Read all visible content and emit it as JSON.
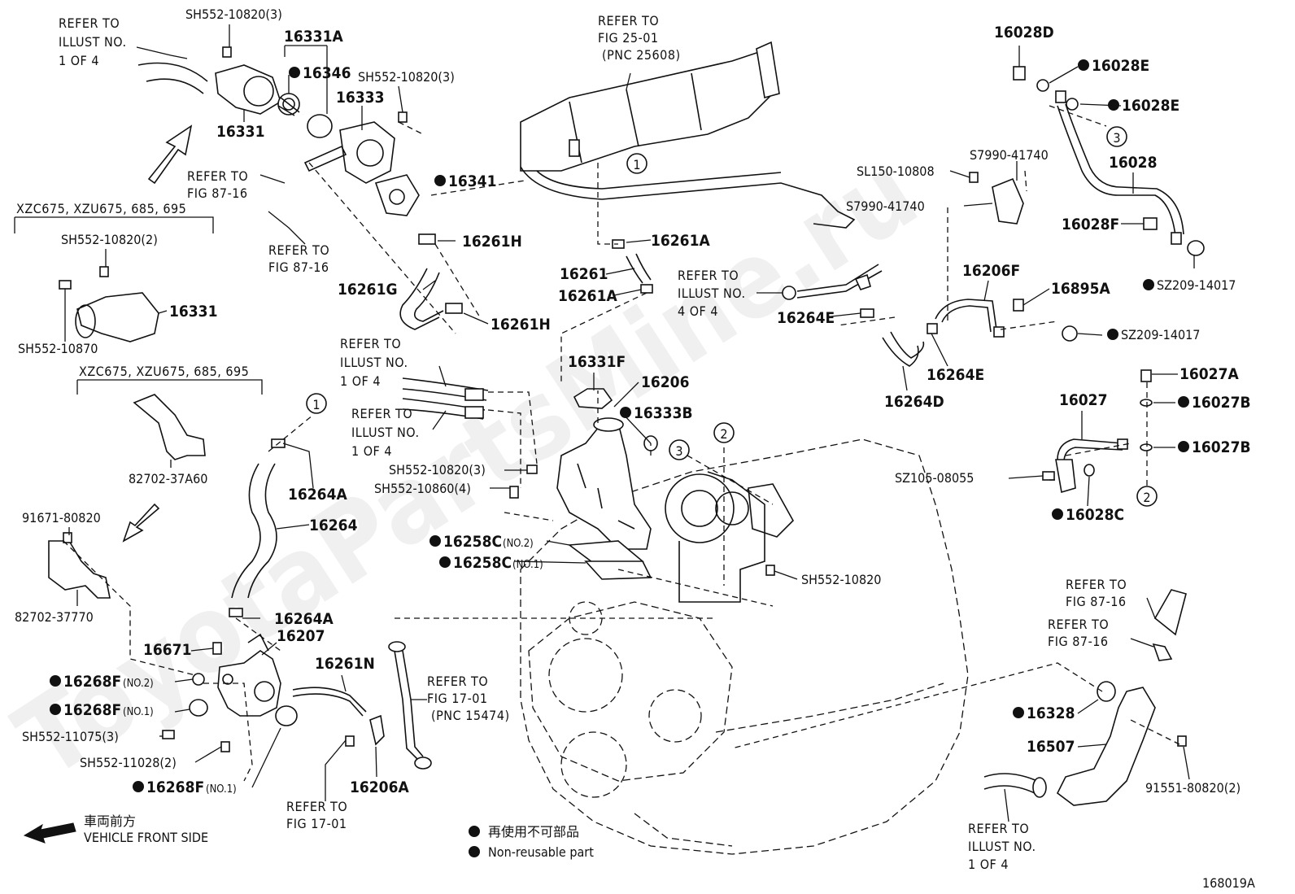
{
  "diagram_id": "168019A",
  "watermark": "ToyotaPartsMine.ru",
  "legend": {
    "jp": "再使用不可部品",
    "en": "Non-reusable part"
  },
  "vehicle_front": {
    "jp": "車両前方",
    "en": "VEHICLE FRONT SIDE"
  },
  "variant_labels": [
    "XZC675, XZU675, 685, 695",
    "XZC675, XZU675, 685, 695"
  ],
  "reference_notes": [
    {
      "lines": [
        "REFER TO",
        "ILLUST NO.",
        "1 OF 4"
      ]
    },
    {
      "lines": [
        "REFER TO",
        "FIG 87-16"
      ]
    },
    {
      "lines": [
        "REFER TO",
        "FIG 87-16"
      ]
    },
    {
      "lines": [
        "REFER TO",
        "FIG 25-01",
        "(PNC 25608)"
      ]
    },
    {
      "lines": [
        "REFER TO",
        "ILLUST NO.",
        "4 OF 4"
      ]
    },
    {
      "lines": [
        "REFER TO",
        "ILLUST NO.",
        "1 OF 4"
      ]
    },
    {
      "lines": [
        "REFER TO",
        "ILLUST NO.",
        "1 OF 4"
      ]
    },
    {
      "lines": [
        "REFER TO",
        "FIG 17-01",
        "(PNC 15474)"
      ]
    },
    {
      "lines": [
        "REFER TO",
        "FIG 17-01"
      ]
    },
    {
      "lines": [
        "REFER TO",
        "FIG 87-16"
      ]
    },
    {
      "lines": [
        "REFER TO",
        "FIG 87-16"
      ]
    },
    {
      "lines": [
        "REFER TO",
        "ILLUST NO.",
        "1 OF 4"
      ]
    }
  ],
  "parts": [
    {
      "number": "SH552-10820(3)",
      "non_reusable": false
    },
    {
      "number": "16331A",
      "non_reusable": false
    },
    {
      "number": "16346",
      "non_reusable": true
    },
    {
      "number": "SH552-10820(3)",
      "non_reusable": false
    },
    {
      "number": "16333",
      "non_reusable": false
    },
    {
      "number": "16331",
      "non_reusable": false
    },
    {
      "number": "16341",
      "non_reusable": true
    },
    {
      "number": "16261H",
      "non_reusable": false
    },
    {
      "number": "16261G",
      "non_reusable": false
    },
    {
      "number": "16261H",
      "non_reusable": false
    },
    {
      "number": "SH552-10820(2)",
      "non_reusable": false
    },
    {
      "number": "16331",
      "non_reusable": false
    },
    {
      "number": "SH552-10870",
      "non_reusable": false
    },
    {
      "number": "82702-37A60",
      "non_reusable": false
    },
    {
      "number": "91671-80820",
      "non_reusable": false
    },
    {
      "number": "82702-37770",
      "non_reusable": false
    },
    {
      "number": "16261A",
      "non_reusable": false
    },
    {
      "number": "16261",
      "non_reusable": false
    },
    {
      "number": "16261A",
      "non_reusable": false
    },
    {
      "number": "16331F",
      "non_reusable": false
    },
    {
      "number": "16206",
      "non_reusable": false
    },
    {
      "number": "16333B",
      "non_reusable": true
    },
    {
      "number": "SH552-10820(3)",
      "non_reusable": false
    },
    {
      "number": "SH552-10860(4)",
      "non_reusable": false
    },
    {
      "number": "16258C",
      "suffix": "(NO.2)",
      "non_reusable": true
    },
    {
      "number": "16258C",
      "suffix": "(NO.1)",
      "non_reusable": true
    },
    {
      "number": "SH552-10820",
      "non_reusable": false
    },
    {
      "number": "16264A",
      "non_reusable": false
    },
    {
      "number": "16264",
      "non_reusable": false
    },
    {
      "number": "16264A",
      "non_reusable": false
    },
    {
      "number": "16207",
      "non_reusable": false
    },
    {
      "number": "16671",
      "non_reusable": false
    },
    {
      "number": "16268F",
      "suffix": "(NO.2)",
      "non_reusable": true
    },
    {
      "number": "16268F",
      "suffix": "(NO.1)",
      "non_reusable": true
    },
    {
      "number": "SH552-11075(3)",
      "non_reusable": false
    },
    {
      "number": "SH552-11028(2)",
      "non_reusable": false
    },
    {
      "number": "16268F",
      "suffix": "(NO.1)",
      "non_reusable": true
    },
    {
      "number": "16261N",
      "non_reusable": false
    },
    {
      "number": "16206A",
      "non_reusable": false
    },
    {
      "number": "16028D",
      "non_reusable": false
    },
    {
      "number": "16028E",
      "non_reusable": true
    },
    {
      "number": "16028E",
      "non_reusable": true
    },
    {
      "number": "16028",
      "non_reusable": false
    },
    {
      "number": "16028F",
      "non_reusable": false
    },
    {
      "number": "SZ209-14017",
      "non_reusable": true
    },
    {
      "number": "SL150-10808",
      "non_reusable": false
    },
    {
      "number": "S7990-41740",
      "non_reusable": false
    },
    {
      "number": "S7990-41740",
      "non_reusable": false
    },
    {
      "number": "16206F",
      "non_reusable": false
    },
    {
      "number": "16895A",
      "non_reusable": false
    },
    {
      "number": "SZ209-14017",
      "non_reusable": true
    },
    {
      "number": "16264E",
      "non_reusable": false
    },
    {
      "number": "16264E",
      "non_reusable": false
    },
    {
      "number": "16264D",
      "non_reusable": false
    },
    {
      "number": "16027A",
      "non_reusable": false
    },
    {
      "number": "16027",
      "non_reusable": false
    },
    {
      "number": "16027B",
      "non_reusable": true
    },
    {
      "number": "16027B",
      "non_reusable": true
    },
    {
      "number": "SZ105-08055",
      "non_reusable": false
    },
    {
      "number": "16028C",
      "non_reusable": true
    },
    {
      "number": "16328",
      "non_reusable": true
    },
    {
      "number": "16507",
      "non_reusable": false
    },
    {
      "number": "91551-80820(2)",
      "non_reusable": false
    }
  ],
  "connection_markers": [
    "1",
    "1",
    "2",
    "2",
    "3",
    "3"
  ]
}
